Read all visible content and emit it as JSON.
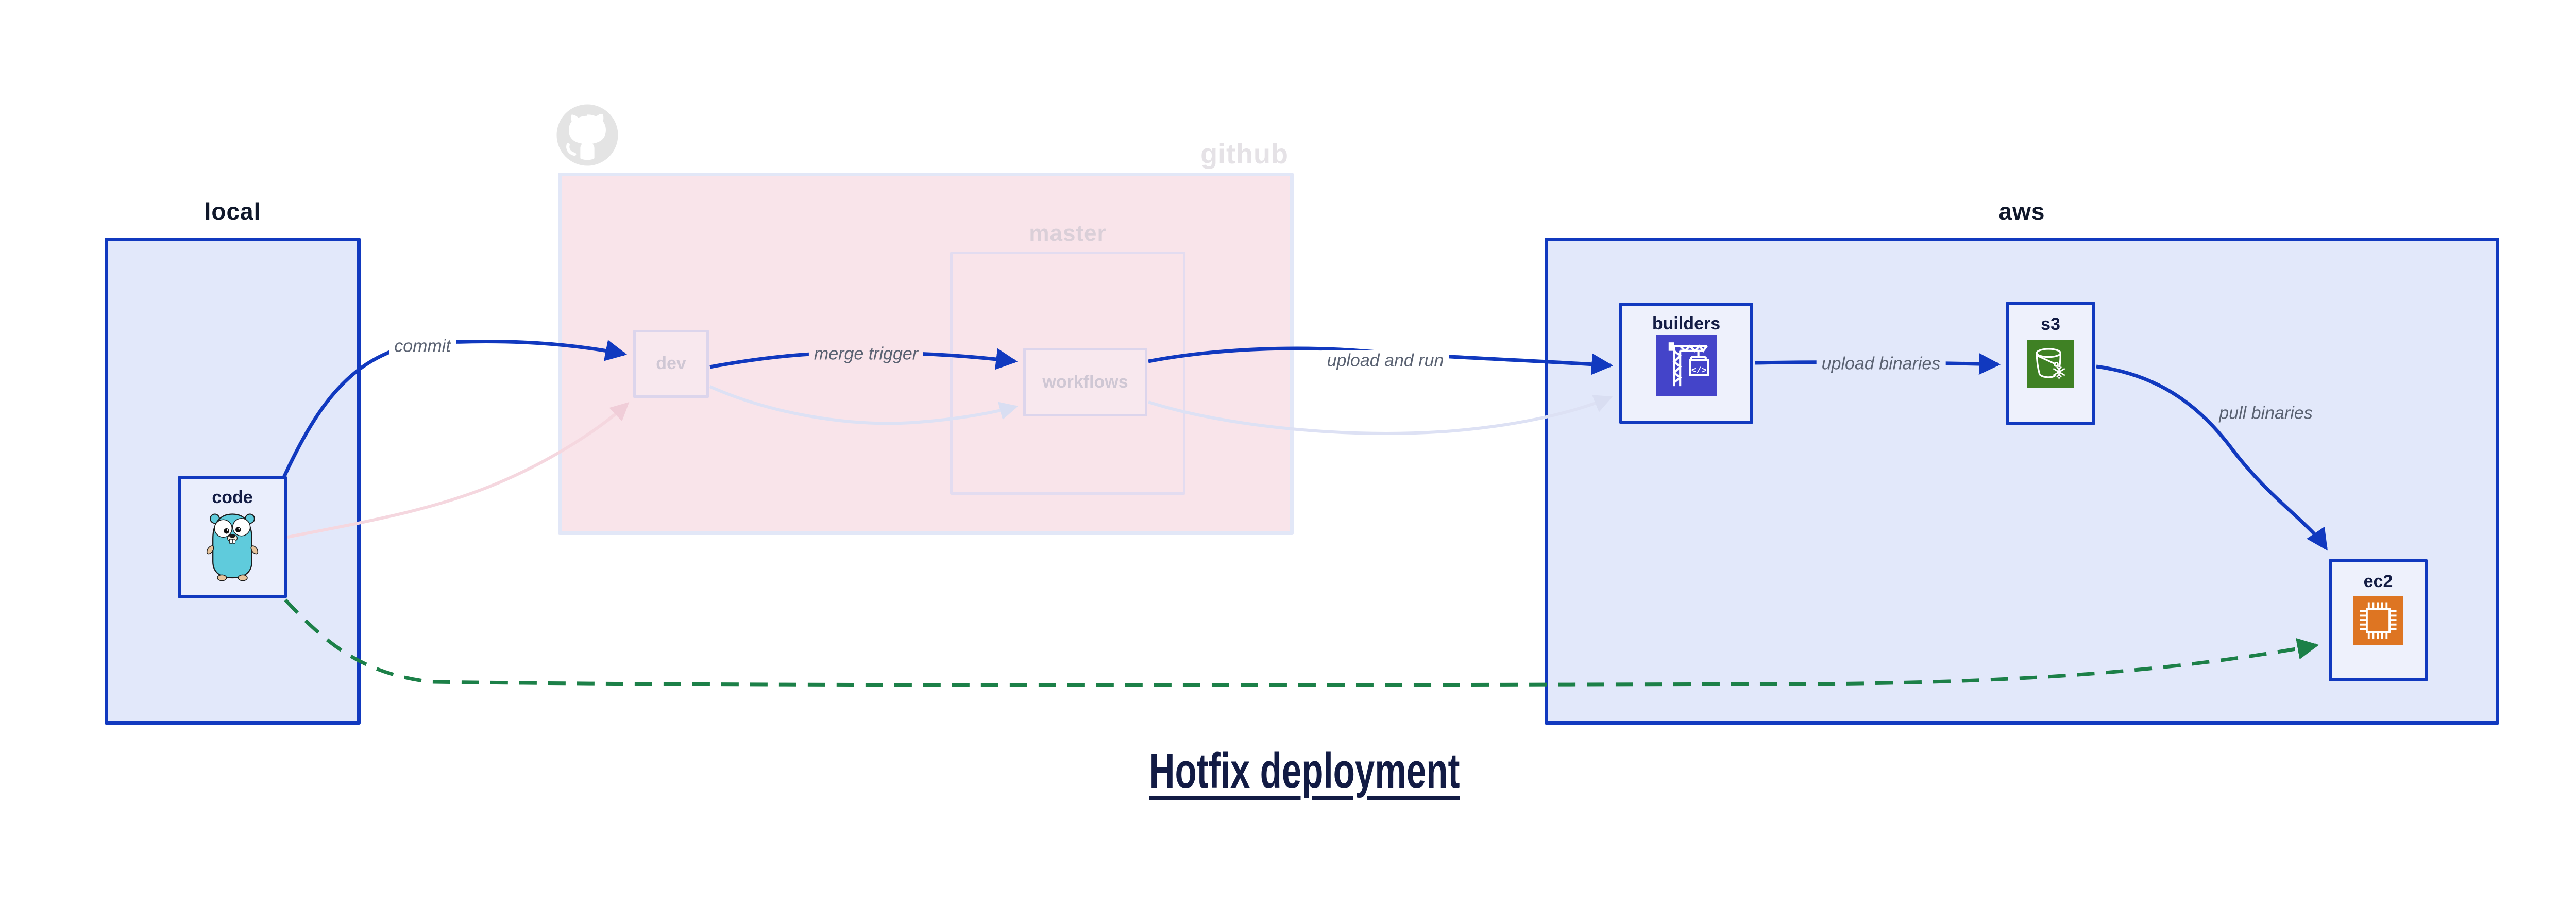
{
  "title": "Hotfix deployment",
  "clusters": {
    "local": {
      "label": "local"
    },
    "github": {
      "label": "github"
    },
    "master": {
      "label": "master"
    },
    "aws": {
      "label": "aws"
    }
  },
  "nodes": {
    "code": {
      "label": "code",
      "icon": "go-gopher"
    },
    "dev": {
      "label": "dev"
    },
    "workflows": {
      "label": "workflows"
    },
    "builders": {
      "label": "builders",
      "icon": "aws-codebuild"
    },
    "s3": {
      "label": "s3",
      "icon": "aws-s3-glacier-bucket"
    },
    "ec2": {
      "label": "ec2",
      "icon": "aws-ec2-chip"
    }
  },
  "icons": {
    "codebuild_glyph": "</>",
    "github_mark": "octocat"
  },
  "edges": [
    {
      "from": "code",
      "to": "dev",
      "label": "commit",
      "style": "solid",
      "color": "#1139bf"
    },
    {
      "from": "dev",
      "to": "workflows",
      "label": "merge trigger",
      "style": "solid",
      "color": "#1139bf"
    },
    {
      "from": "workflows",
      "to": "builders",
      "label": "upload and run",
      "style": "solid",
      "color": "#1139bf"
    },
    {
      "from": "builders",
      "to": "s3",
      "label": "upload binaries",
      "style": "solid",
      "color": "#1139bf"
    },
    {
      "from": "s3",
      "to": "ec2",
      "label": "pull binaries",
      "style": "solid",
      "color": "#1139bf"
    },
    {
      "from": "code",
      "to": "ec2",
      "label": "",
      "style": "dashed",
      "color": "#1c8048"
    },
    {
      "from": "code",
      "to": "dev",
      "label": "",
      "style": "faded",
      "color": "#f5d7df"
    },
    {
      "from": "dev",
      "to": "workflows",
      "label": "",
      "style": "faded",
      "color": "#dde1f4"
    },
    {
      "from": "workflows",
      "to": "builders",
      "label": "",
      "style": "faded",
      "color": "#dde1f4"
    }
  ],
  "colors": {
    "accent_blue": "#1139bf",
    "green_dashed": "#1c8048",
    "cluster_fill_blue": "#e2e8fa",
    "node_fill_blue": "#eaeefc",
    "github_fill_pink": "#f9e4ea",
    "github_border": "#e2e7f7",
    "faded_node_border": "#dcd5ec",
    "faded_node_fill": "#f8e8ee",
    "faded_label": "#cfc7d4",
    "edge_label_gray": "#5a6272",
    "title_navy": "#121b44",
    "codebuild_indigo": "#4444c9",
    "s3_green": "#3f8124",
    "ec2_orange": "#de7522",
    "octocat_gray": "#e4e4e4"
  }
}
